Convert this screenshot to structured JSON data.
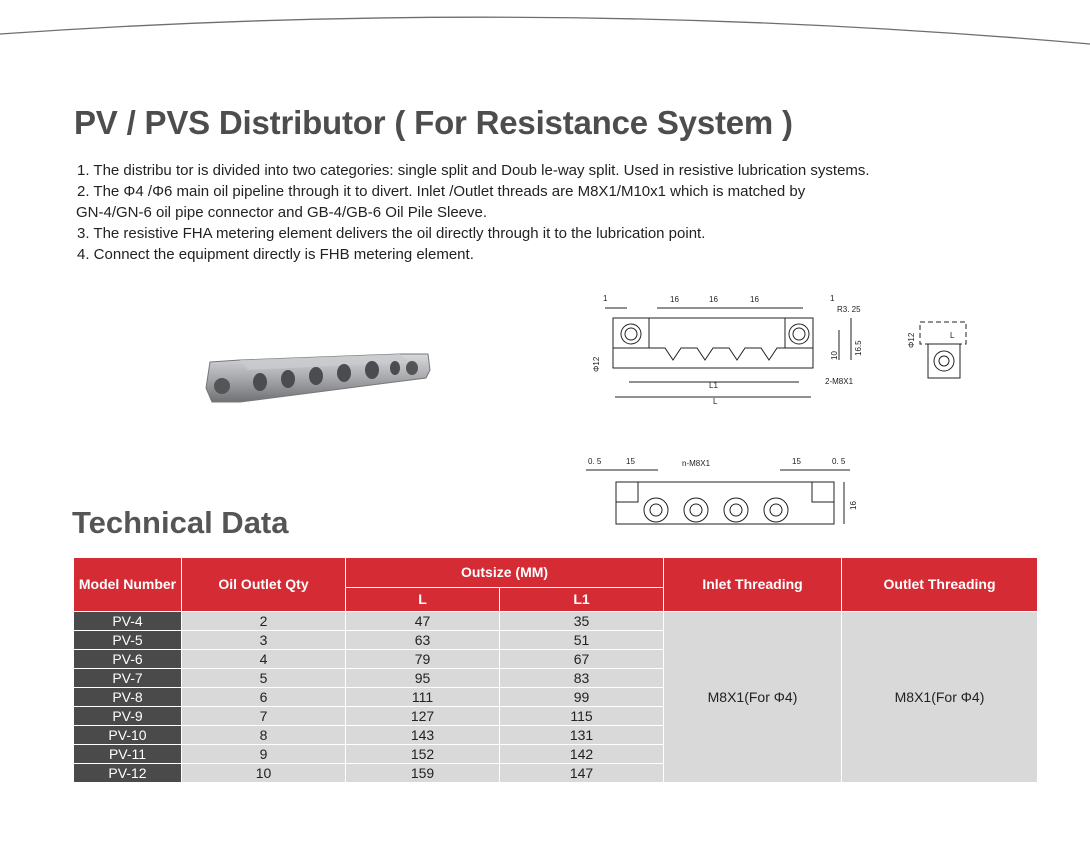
{
  "header": {
    "title": "PV / PVS Distributor ( For Resistance System )",
    "intro": [
      "1. The distribu tor is divided into two categories:  single split and Doub le-way split. Used in resistive lubrication systems.",
      "2. The Φ4 /Φ6 main oil pipeline through it to divert. Inlet /Outlet threads are M8X1/M10x1 which is matched by",
      "GN-4/GN-6 oil pipe connector and GB-4/GB-6 Oil Pile Sleeve.",
      "3. The resistive FHA metering element delivers the oil directly through it to the lubrication point.",
      "4. Connect the equipment directly is FHB metering element."
    ]
  },
  "drawing_top": {
    "dim_1_left": "1",
    "dim_16_a": "16",
    "dim_16_b": "16",
    "dim_16_c": "16",
    "dim_1_right": "1",
    "radius": "R3. 25",
    "dia": "Φ12",
    "dim_10": "10",
    "dim_16_5": "16.5",
    "thread": "2-M8X1",
    "l1": "L1",
    "l": "L"
  },
  "drawing_side": {
    "dia": "Φ12",
    "l": "L"
  },
  "drawing_bottom": {
    "dim_0_5_left": "0. 5",
    "dim_15_left": "15",
    "thread": "n-M8X1",
    "dim_15_right": "15",
    "dim_0_5_right": "0. 5",
    "dim_16": "16"
  },
  "technical": {
    "title": "Technical Data",
    "headers": {
      "model": "Model Number",
      "qty": "Oil Outlet Qty",
      "outsize": "Outsize (MM)",
      "l": "L",
      "l1": "L1",
      "inlet": "Inlet Threading",
      "outlet": "Outlet Threading"
    },
    "rows": [
      {
        "model": "PV-4",
        "qty": "2",
        "l": "47",
        "l1": "35"
      },
      {
        "model": "PV-5",
        "qty": "3",
        "l": "63",
        "l1": "51"
      },
      {
        "model": "PV-6",
        "qty": "4",
        "l": "79",
        "l1": "67"
      },
      {
        "model": "PV-7",
        "qty": "5",
        "l": "95",
        "l1": "83"
      },
      {
        "model": "PV-8",
        "qty": "6",
        "l": "111",
        "l1": "99"
      },
      {
        "model": "PV-9",
        "qty": "7",
        "l": "127",
        "l1": "115"
      },
      {
        "model": "PV-10",
        "qty": "8",
        "l": "143",
        "l1": "131"
      },
      {
        "model": "PV-11",
        "qty": "9",
        "l": "152",
        "l1": "142"
      },
      {
        "model": "PV-12",
        "qty": "10",
        "l": "159",
        "l1": "147"
      }
    ],
    "inlet_value": "M8X1(For Φ4)",
    "outlet_value": "M8X1(For Φ4)"
  },
  "colors": {
    "header_red": "#d42b35",
    "model_cell": "#4a4a4a",
    "data_cell": "#d9d9d9",
    "title_gray": "#4d4d4d"
  }
}
